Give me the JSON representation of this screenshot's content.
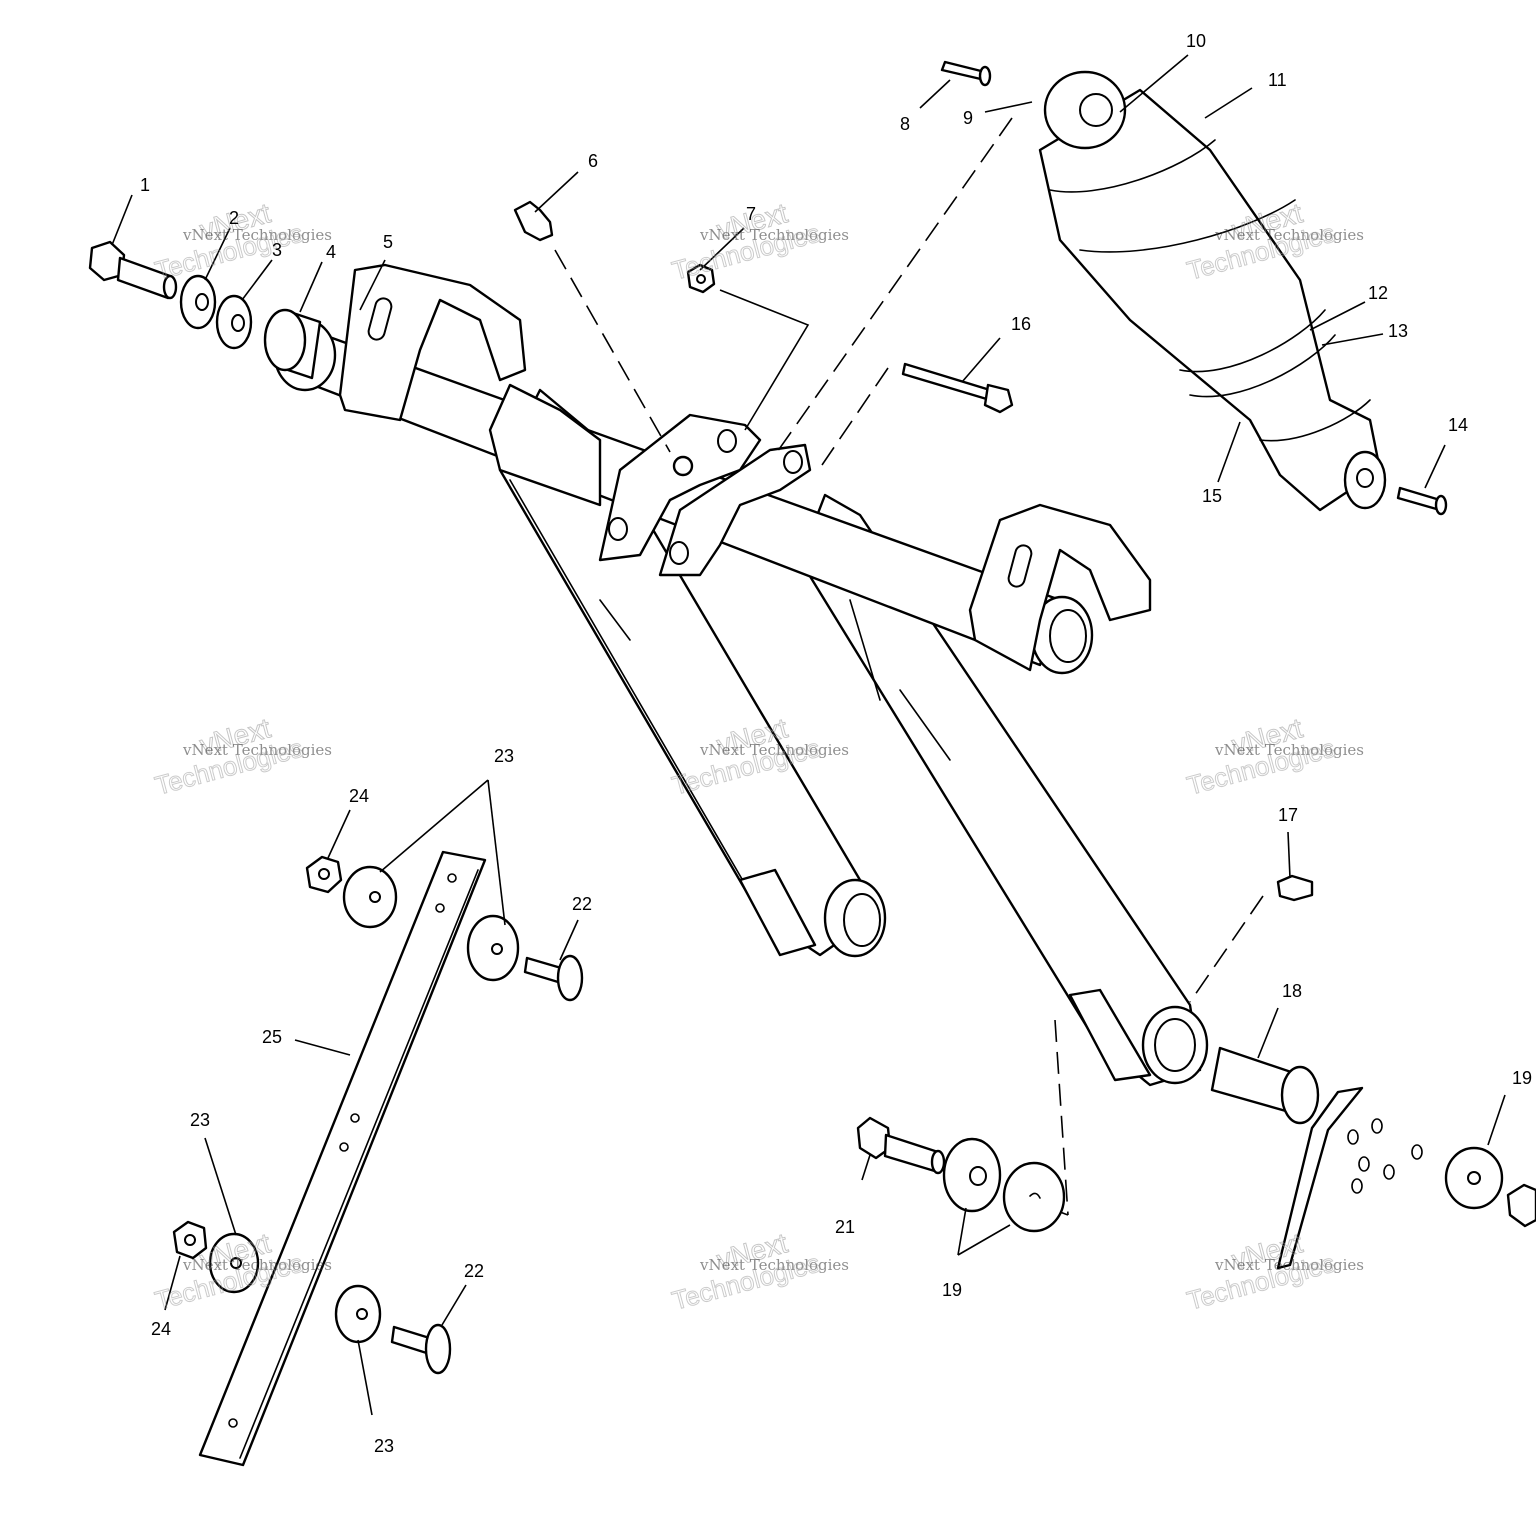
{
  "callouts": [
    {
      "id": "c1",
      "text": "1"
    },
    {
      "id": "c2",
      "text": "2"
    },
    {
      "id": "c3",
      "text": "3"
    },
    {
      "id": "c4",
      "text": "4"
    },
    {
      "id": "c5",
      "text": "5"
    },
    {
      "id": "c6",
      "text": "6"
    },
    {
      "id": "c7",
      "text": "7"
    },
    {
      "id": "c8",
      "text": "8"
    },
    {
      "id": "c9",
      "text": "9"
    },
    {
      "id": "c10",
      "text": "10"
    },
    {
      "id": "c11",
      "text": "11"
    },
    {
      "id": "c12",
      "text": "12"
    },
    {
      "id": "c13",
      "text": "13"
    },
    {
      "id": "c14",
      "text": "14"
    },
    {
      "id": "c15",
      "text": "15"
    },
    {
      "id": "c16",
      "text": "16"
    },
    {
      "id": "c17",
      "text": "17"
    },
    {
      "id": "c18",
      "text": "18"
    },
    {
      "id": "c19a",
      "text": "19"
    },
    {
      "id": "c19b",
      "text": "19"
    },
    {
      "id": "c21",
      "text": "21"
    },
    {
      "id": "c22a",
      "text": "22"
    },
    {
      "id": "c22b",
      "text": "22"
    },
    {
      "id": "c23a",
      "text": "23"
    },
    {
      "id": "c23b",
      "text": "23"
    },
    {
      "id": "c23c",
      "text": "23"
    },
    {
      "id": "c24a",
      "text": "24"
    },
    {
      "id": "c24b",
      "text": "24"
    },
    {
      "id": "c25",
      "text": "25"
    }
  ],
  "watermark": {
    "line1": "vNext Technologies",
    "line2": "vNext",
    "line3": "Technologies"
  }
}
